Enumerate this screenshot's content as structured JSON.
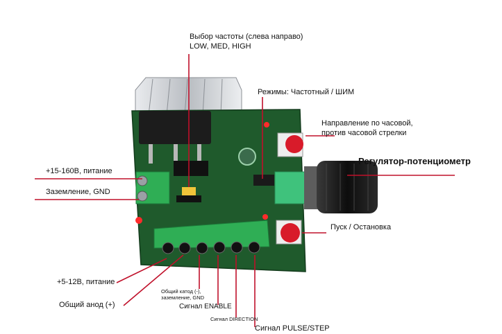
{
  "labels": {
    "freq_title": "Выбор частоты (слева направо)",
    "freq_levels": "LOW, MED, HIGH",
    "modes": "Режимы: Частотный / ШИМ",
    "direction_1": "Направление по часовой,",
    "direction_2": "против часовой стрелки",
    "potentiometer": "Регулятор-потенциометр",
    "supply_hv": "+15-160В, питание",
    "ground": "Заземление, GND",
    "start_stop": "Пуск / Остановка",
    "supply_lv": "+5-12В, питание",
    "common_anode": "Общий анод (+)",
    "common_cathode_1": "Общий катод (-),",
    "common_cathode_2": "заземление, GND",
    "signal_enable": "Сигнал ENABLE",
    "signal_direction": "Сигнал DIRECTION",
    "signal_pulse": "Сигнал PULSE/STEP"
  },
  "colors": {
    "leader": "#c0102a",
    "pcb": "#1f5a2c",
    "terminal": "#2fae55",
    "button": "#d81b2a",
    "heatsink": "#c9ccd0",
    "knob": "#1a1a1a"
  }
}
